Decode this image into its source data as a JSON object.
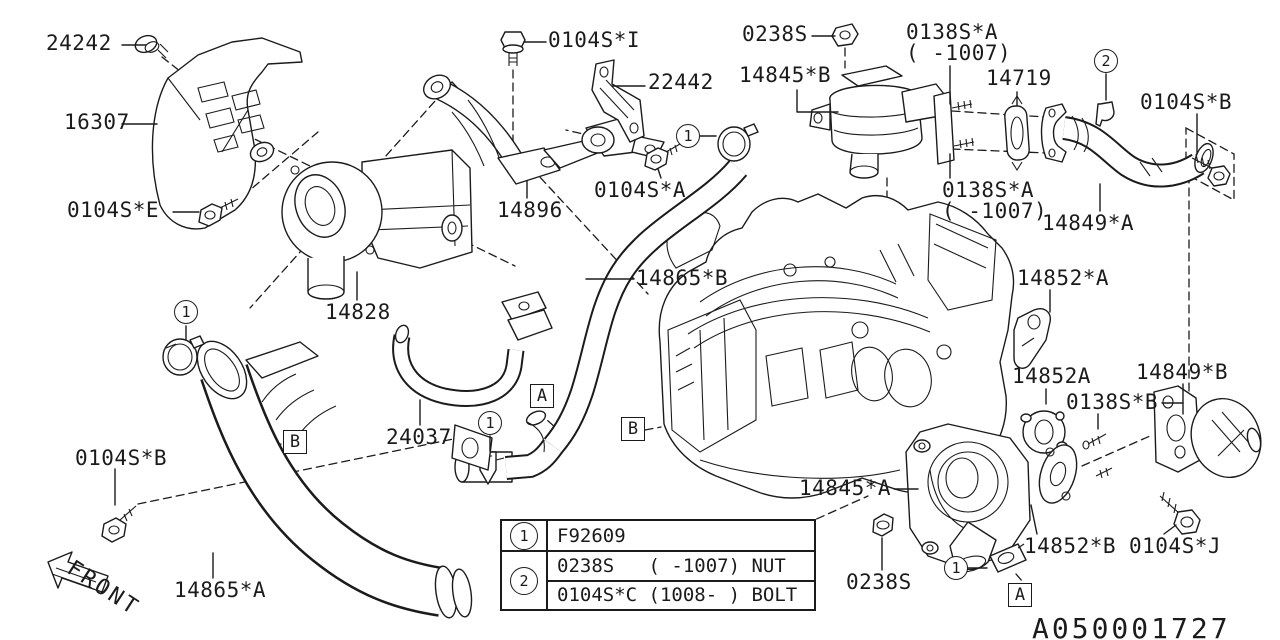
{
  "diagram": {
    "front_label": "FRONT",
    "code": "A050001727",
    "labels": {
      "p24242": "24242",
      "p16307": "16307",
      "p0104s_e": "0104S*E",
      "p0104s_i": "0104S*I",
      "p22442": "22442",
      "p0238s_top": "0238S",
      "p0138s_a_top": "0138S*A\n( -1007)",
      "p14845_b": "14845*B",
      "p14719": "14719",
      "p0104s_b_tr": "0104S*B",
      "p0104s_a": "0104S*A",
      "p14896": "14896",
      "p0138s_a_mid": "0138S*A\n( -1007)",
      "p14849_a": "14849*A",
      "p14865_b": "14865*B",
      "p14852_a": "14852*A",
      "p14828": "14828",
      "p14852a": "14852A",
      "p14849_b": "14849*B",
      "p0138s_b": "0138S*B",
      "p24037": "24037",
      "p0104s_b_bl": "0104S*B",
      "p14845_a": "14845*A",
      "p0238s_bottom": "0238S",
      "p14852_b": "14852*B",
      "p0104s_j": "0104S*J",
      "p14865_a": "14865*A"
    },
    "callouts": {
      "one": "1",
      "two": "2",
      "a": "A",
      "b": "B"
    },
    "legend": {
      "rows": [
        {
          "symbol": "1",
          "text": "F92609"
        },
        {
          "symbol": "2",
          "text": "0238S   ( -1007) NUT"
        },
        {
          "symbol": "2",
          "text": "0104S*C (1008- ) BOLT"
        }
      ]
    }
  }
}
